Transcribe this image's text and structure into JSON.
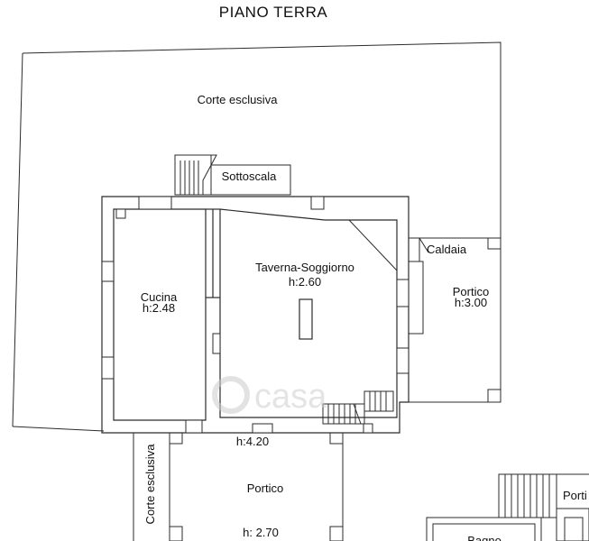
{
  "title": "PIANO TERRA",
  "rooms": {
    "corte_top": "Corte esclusiva",
    "sottoscala": "Sottoscala",
    "cucina_name": "Cucina",
    "cucina_height": "h:2.48",
    "taverna_name": "Taverna-Soggiorno",
    "taverna_height": "h:2.60",
    "caldaia": "Caldaia",
    "portico_right_name": "Portico",
    "portico_right_height": "h:3.00",
    "ground_height": "h:4.20",
    "corte_side": "Corte esclusiva",
    "portico_bottom_name": "Portico",
    "portico_bottom_height": "h: 2.70",
    "portico_partial": "Porti",
    "bagno_partial": "Bagno"
  },
  "watermark": "casa",
  "colors": {
    "line": "#2b2b2b",
    "wall": "#3a3a3a",
    "watermark": "#d9d9d9"
  }
}
